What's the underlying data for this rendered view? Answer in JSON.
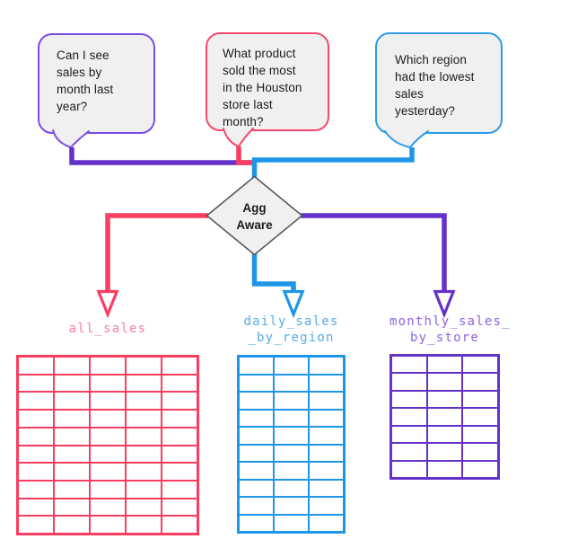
{
  "bubbles": [
    {
      "name": "question-1",
      "lines": [
        "Can I see",
        "sales by",
        "month last",
        "year?"
      ],
      "border_color": "#7b4de6",
      "fill": "#f0f0f1"
    },
    {
      "name": "question-2",
      "lines": [
        "What product",
        "sold the most",
        "in the Houston",
        "store last",
        "month?"
      ],
      "border_color": "#f6486f",
      "fill": "#f0f0f1"
    },
    {
      "name": "question-3",
      "lines": [
        "Which region",
        "had the lowest",
        "sales",
        "yesterday?"
      ],
      "border_color": "#2e9ce8",
      "fill": "#f0f0f1"
    }
  ],
  "diamond": {
    "lines": [
      "Agg",
      "Aware"
    ],
    "fill": "#f0f0f1",
    "border_color": "#58585a"
  },
  "connectors": {
    "purple": "#6431c9",
    "pink": "#fb3d60",
    "blue": "#1d96e8"
  },
  "tables": [
    {
      "label_lines": [
        "all_sales"
      ],
      "rows": 10,
      "cols": 5,
      "border_color": "#fb3d60",
      "label_color": "#f5809f"
    },
    {
      "label_lines": [
        "daily_sales",
        "_by_region"
      ],
      "rows": 10,
      "cols": 3,
      "border_color": "#1d96e8",
      "label_color": "#55ace5"
    },
    {
      "label_lines": [
        "monthly_sales_",
        "by_store"
      ],
      "rows": 7,
      "cols": 3,
      "border_color": "#6431c9",
      "label_color": "#9064e0"
    }
  ]
}
